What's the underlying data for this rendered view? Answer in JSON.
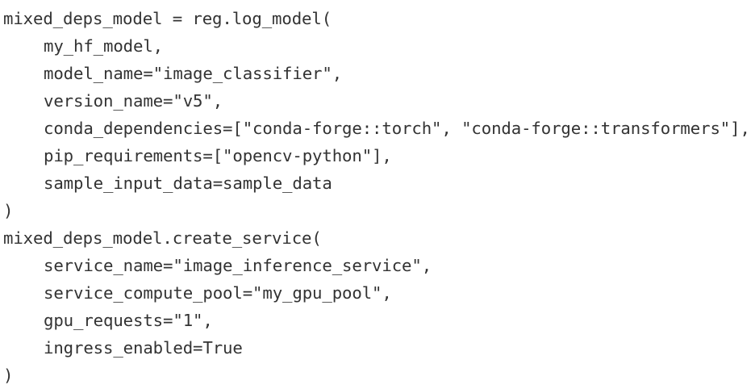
{
  "document": {
    "type": "code-snippet",
    "language": "python",
    "background_color": "#ffffff",
    "text_color": "#333333",
    "lines": [
      {
        "indent": 0,
        "text": "mixed_deps_model = reg.log_model("
      },
      {
        "indent": 1,
        "text": "my_hf_model,"
      },
      {
        "indent": 1,
        "text": "model_name=\"image_classifier\","
      },
      {
        "indent": 1,
        "text": "version_name=\"v5\","
      },
      {
        "indent": 1,
        "text": "conda_dependencies=[\"conda-forge::torch\", \"conda-forge::transformers\"],"
      },
      {
        "indent": 1,
        "text": "pip_requirements=[\"opencv-python\"],"
      },
      {
        "indent": 1,
        "text": "sample_input_data=sample_data"
      },
      {
        "indent": 0,
        "text": ")"
      },
      {
        "indent": 0,
        "text": "mixed_deps_model.create_service("
      },
      {
        "indent": 1,
        "text": "service_name=\"image_inference_service\","
      },
      {
        "indent": 1,
        "text": "service_compute_pool=\"my_gpu_pool\","
      },
      {
        "indent": 1,
        "text": "gpu_requests=\"1\","
      },
      {
        "indent": 1,
        "text": "ingress_enabled=True"
      },
      {
        "indent": 0,
        "text": ")"
      }
    ]
  }
}
